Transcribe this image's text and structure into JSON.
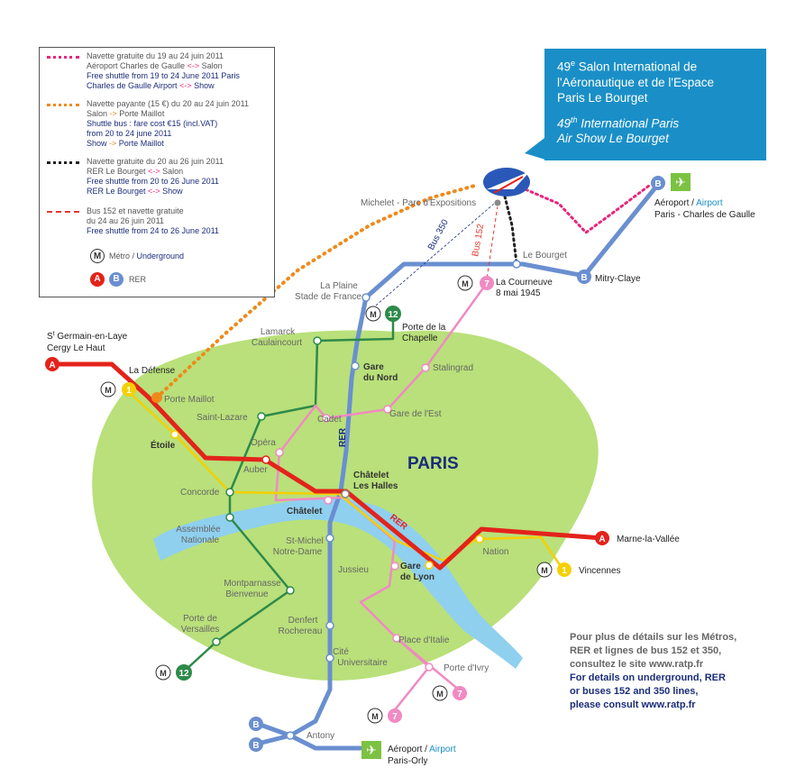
{
  "legend": {
    "items": [
      {
        "line_color": "#e6267d",
        "fr_line1": "Navette gratuite du 19 au 24 juin 2011",
        "fr_line2_a": "Aéroport Charles de Gaulle ",
        "fr_line2_arrow": "<->",
        "fr_line2_b": " Salon",
        "en_line1": "Free shuttle from 19 to 24 June 2011 Paris",
        "en_line2_a": "Charles de Gaulle Airport ",
        "en_line2_arrow": "<->",
        "en_line2_b": " Show"
      },
      {
        "line_color": "#ee8a1b",
        "fr_line1": "Navette payante (15 €) du 20 au 24 juin 2011",
        "fr_line2_a": "Salon ",
        "fr_line2_arrow": "->",
        "fr_line2_b": " Porte Maillot",
        "en_line1": "Shuttle bus : fare cost €15 (incl.VAT)",
        "en_line2": "from 20 to 24 june 2011",
        "en_line3_a": "Show ",
        "en_line3_arrow": "->",
        "en_line3_b": " Porte Maillot"
      },
      {
        "line_color": "#222222",
        "fr_line1": "Navette gratuite du 20 au 26 juin 2011",
        "fr_line2_a": "RER Le Bourget ",
        "fr_line2_arrow": "<->",
        "fr_line2_b": " Salon",
        "en_line1": "Free shuttle from 20 to 26 June 2011",
        "en_line2_a": "RER Le Bourget ",
        "en_line2_arrow": "<->",
        "en_line2_b": " Show"
      },
      {
        "line_color": "#e53935",
        "fr_line1": "Bus 152 et navette gratuite",
        "fr_line2": "du  24 au 26 juin 2011",
        "en_line1": "Free shuttle from 24 to 26 June 2011"
      }
    ],
    "metro_badge": "M",
    "metro_fr": "Métro / ",
    "metro_en": "Underground",
    "rer_badge_a": "A",
    "rer_badge_b": "B",
    "rer_label": "RER"
  },
  "title": {
    "fr_line1_a": "49",
    "fr_line1_sup": "e",
    "fr_line1_b": " Salon International de",
    "fr_line2": "l'Aéronautique et de l'Espace",
    "fr_line3": "Paris Le Bourget",
    "en_line1_a": "49",
    "en_line1_sup": "th",
    "en_line1_b": " International Paris",
    "en_line2": "Air Show Le Bourget"
  },
  "info": {
    "fr_line1": "Pour plus de détails sur les Métros,",
    "fr_line2": "RER et lignes de bus 152 et 350,",
    "fr_line3": "consultez le site www.ratp.fr",
    "en_line1": "For details on underground, RER",
    "en_line2": "or buses 152 and 350 lines,",
    "en_line3": "please consult www.ratp.fr"
  },
  "map": {
    "city": "PARIS",
    "stations": {
      "michelet": "Michelet - Parc d'Expositions",
      "le_bourget": "Le Bourget",
      "la_courneuve_1": "La Courneuve",
      "la_courneuve_2": "8 mai 1945",
      "mitry_claye": "Mitry-Claye",
      "airport_cdg_a": "Aéroport / ",
      "airport_cdg_b": "Airport",
      "airport_cdg_2": "Paris - Charles de Gaulle",
      "la_plaine_1": "La Plaine",
      "la_plaine_2": "Stade de France",
      "porte_chapelle_1": "Porte de la",
      "porte_chapelle_2": "Chapelle",
      "st_germain_1": "S",
      "st_germain_sup": "t",
      "st_germain_2": " Germain-en-Laye",
      "cergy": "Cergy Le Haut",
      "la_defense": "La Défense",
      "lamarck_1": "Lamarck",
      "lamarck_2": "Caulaincourt",
      "gare_nord_1": "Gare",
      "gare_nord_2": "du Nord",
      "stalingrad": "Stalingrad",
      "porte_maillot": "Porte Maillot",
      "saint_lazare": "Saint-Lazare",
      "cadet": "Cadet",
      "gare_est": "Gare de l'Est",
      "etoile": "Étoile",
      "opera": "Opéra",
      "auber": "Auber",
      "chatelet_lh_1": "Châtelet",
      "chatelet_lh_2": "Les Halles",
      "concorde": "Concorde",
      "chatelet": "Châtelet",
      "assemblee_1": "Assemblée",
      "assemblee_2": "Nationale",
      "st_michel_1": "St-Michel",
      "st_michel_2": "Notre-Dame",
      "jussieu": "Jussieu",
      "nation": "Nation",
      "gare_lyon_1": "Gare",
      "gare_lyon_2": "de Lyon",
      "marne": "Marne-la-Vallée",
      "vincennes": "Vincennes",
      "montparnasse_1": "Montparnasse",
      "montparnasse_2": "Bienvenue",
      "porte_versailles_1": "Porte de",
      "porte_versailles_2": "Versailles",
      "denfert_1": "Denfert",
      "denfert_2": "Rochereau",
      "place_italie": "Place d'Italie",
      "porte_ivry": "Porte d'Ivry",
      "cite_u_1": "Cité",
      "cite_u_2": "Universitaire",
      "antony": "Antony",
      "airport_orly_a": "Aéroport / ",
      "airport_orly_b": "Airport",
      "airport_orly_2": "Paris-Orly"
    },
    "line_labels": {
      "rer_vertical": "RER",
      "rer_diag": "RER",
      "bus350": "Bus 350",
      "bus152": "Bus 152"
    },
    "badges": {
      "M": "M",
      "A": "A",
      "B": "B",
      "n1": "1",
      "n7": "7",
      "n12": "12",
      "plane": "✈"
    },
    "colors": {
      "rer_a": "#e3231b",
      "rer_b": "#6a8fd0",
      "metro_1": "#f5d000",
      "metro_7": "#f08ac2",
      "metro_12": "#2e8a4a",
      "paris_area": "#b9e07a",
      "seine": "#8fd0ef",
      "shuttle_cdg": "#e6267d",
      "shuttle_maillot": "#ee8a1b",
      "bus_152": "#e53935",
      "title_box": "#1a8fc7",
      "airport_icon": "#7cc242"
    }
  }
}
